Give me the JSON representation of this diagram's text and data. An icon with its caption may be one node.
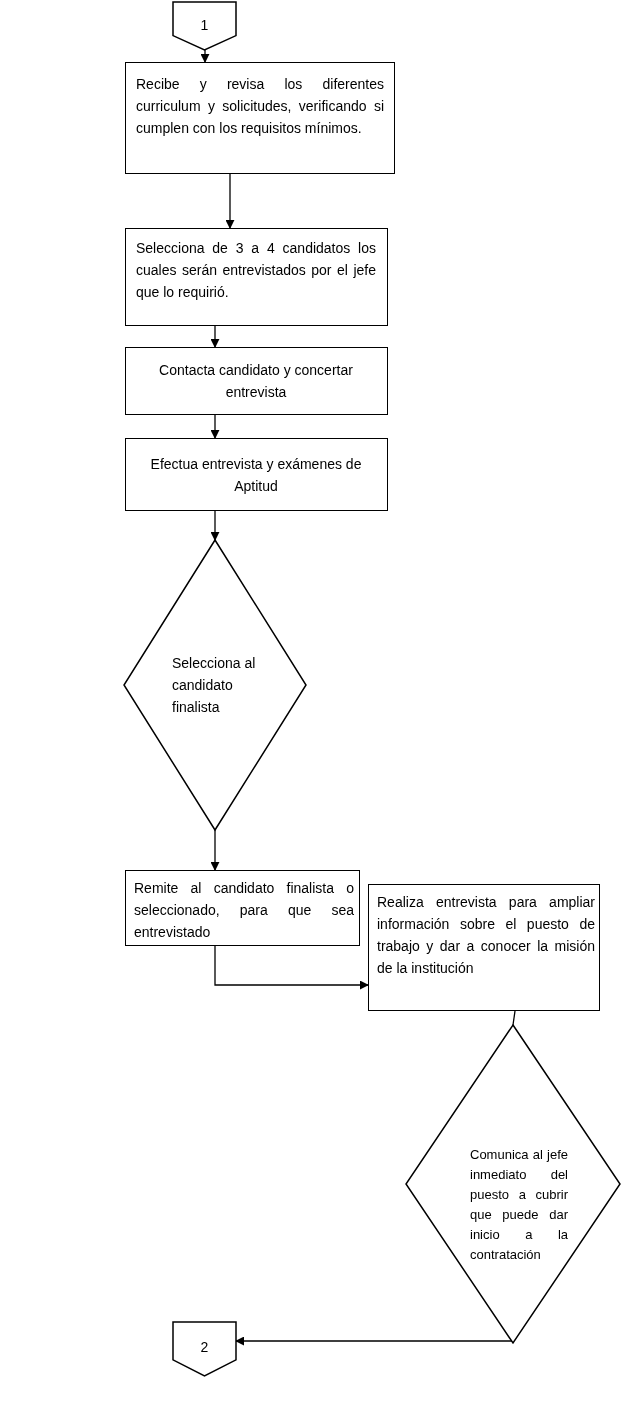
{
  "diagram": {
    "nodes": [
      {
        "text": [
          "1"
        ]
      },
      {
        "text": [
          "Recibe y revisa los diferentes curriculum y solicitudes, verificando si cumplen con los requisitos mínimos."
        ]
      },
      {
        "text": [
          "Selecciona de 3 a 4 candidatos los cuales serán entrevistados por el jefe que lo requirió."
        ]
      },
      {
        "text": [
          "Contacta candidato y concertar entrevista"
        ]
      },
      {
        "text": [
          "Efectua entrevista y exámenes de Aptitud"
        ]
      },
      {
        "text": [
          "Selecciona al candidato finalista"
        ]
      },
      {
        "text": [
          "Remite al candidato finalista o seleccionado, para que sea entrevistado"
        ]
      },
      {
        "text": [
          "Realiza entrevista para ampliar información sobre el puesto de trabajo y dar a conocer la misión de la institución"
        ]
      },
      {
        "text": [
          "Comunica al jefe inmediato del puesto a cubrir que puede dar inicio a la contratación"
        ]
      },
      {
        "text": [
          "2"
        ]
      }
    ],
    "edges": [
      {
        "from": 0,
        "to": 1,
        "arrow": "to"
      },
      {
        "from": 1,
        "to": 2,
        "arrow": "to"
      },
      {
        "from": 2,
        "to": 3,
        "arrow": "to"
      },
      {
        "from": 3,
        "to": 4,
        "arrow": "to"
      },
      {
        "from": 4,
        "to": 5,
        "arrow": "to"
      },
      {
        "from": 5,
        "to": 6,
        "arrow": "to"
      },
      {
        "from": 6,
        "to": 7,
        "arrow": "to"
      },
      {
        "from": 7,
        "to": 8,
        "arrow": "none"
      },
      {
        "from": 8,
        "to": 9,
        "arrow": "to"
      }
    ]
  }
}
